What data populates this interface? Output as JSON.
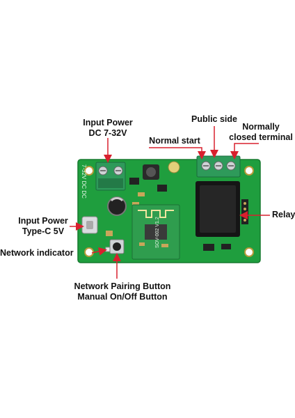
{
  "labels": {
    "input_power_dc_line1": "Input Power",
    "input_power_dc_line2": "DC 7-32V",
    "public_side": "Public side",
    "normally_closed_line1": "Normally",
    "normally_closed_line2": "closed terminal",
    "normal_start": "Normal start",
    "relay": "Relay",
    "input_power_typec_line1": "Input Power",
    "input_power_typec_line2": "Type-C 5V",
    "network_indicator": "Network indicator",
    "pairing_line1": "Network Pairing Button",
    "pairing_line2": "Manual On/Off Button"
  },
  "silkscreen": {
    "power_marking": "7-32V DC DC",
    "module_marking": "SOV-002 V1.2"
  },
  "colors": {
    "pcb": "#1f9e3e",
    "terminal": "#2e9a5a",
    "relay": "#151515",
    "arrow": "#d8202e"
  }
}
